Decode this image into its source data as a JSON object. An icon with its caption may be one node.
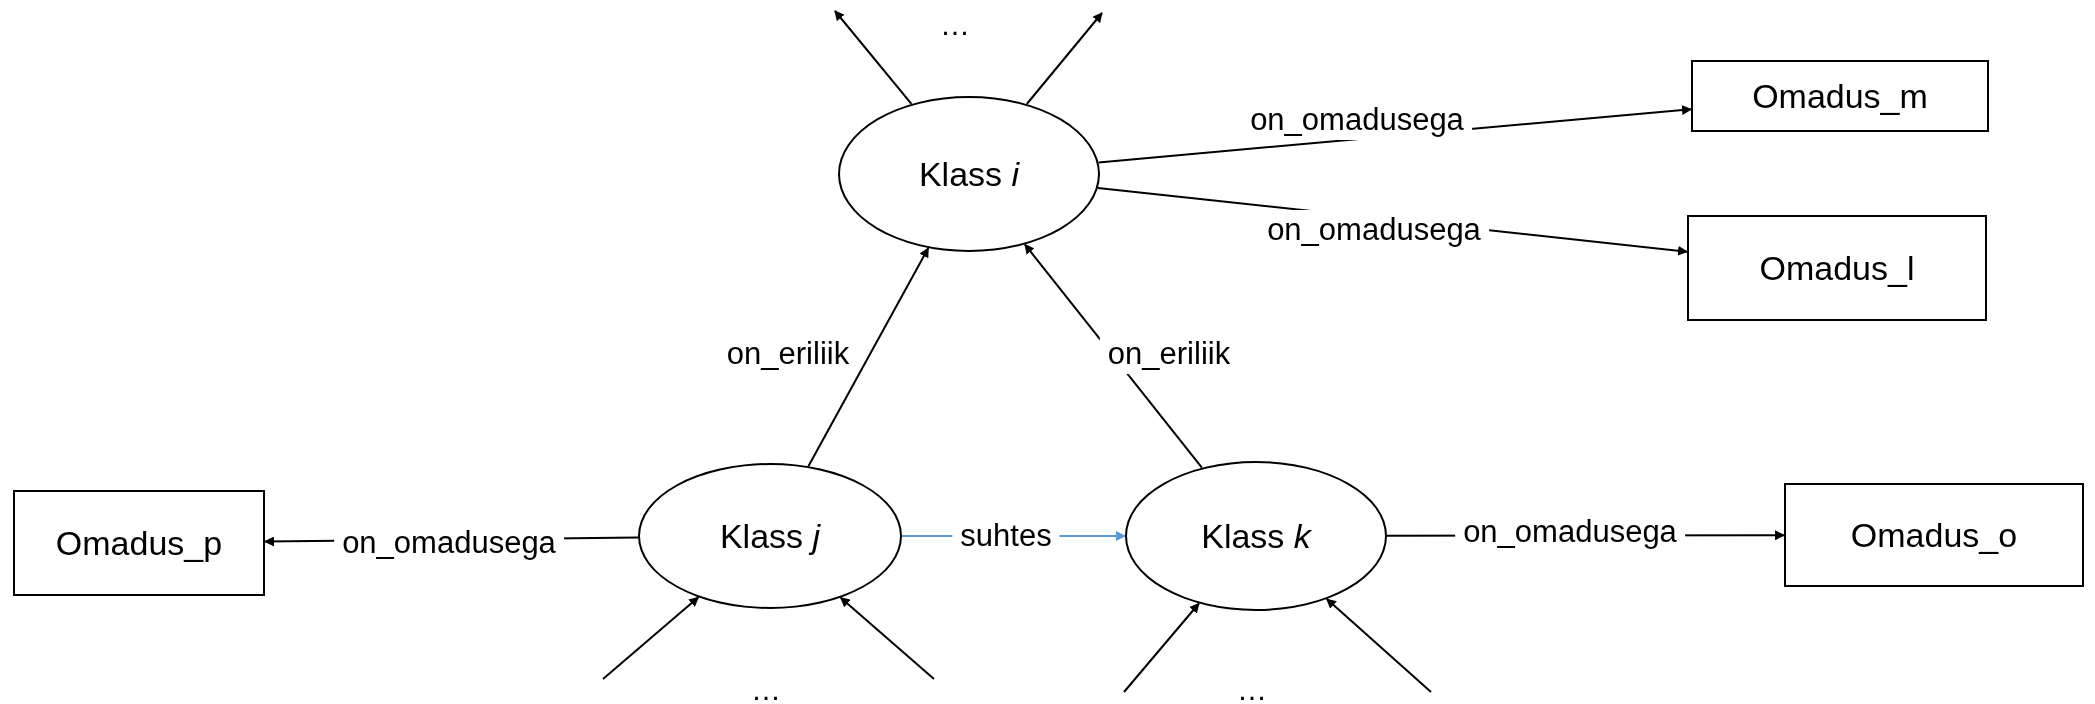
{
  "diagram": {
    "nodes": [
      {
        "text": [
          "Klass *i*"
        ]
      },
      {
        "text": [
          "Omadus_m"
        ]
      },
      {
        "text": [
          "Omadus_l"
        ]
      },
      {
        "text": [
          "Omadus_p"
        ]
      },
      {
        "text": [
          "Klass *j*"
        ]
      },
      {
        "text": [
          "Klass *k*"
        ]
      },
      {
        "text": [
          "Omadus_o"
        ]
      }
    ],
    "edges": [
      {
        "from": 0,
        "to": 1,
        "arrow": "to",
        "label": "on_omadusega"
      },
      {
        "from": 0,
        "to": 2,
        "arrow": "to",
        "label": "on_omadusega"
      },
      {
        "from": 4,
        "to": 0,
        "arrow": "to",
        "label": "on_eriliik"
      },
      {
        "from": 5,
        "to": 0,
        "arrow": "to",
        "label": "on_eriliik"
      },
      {
        "from": 4,
        "to": 3,
        "arrow": "to",
        "label": "on_omadusega"
      },
      {
        "from": 4,
        "to": 5,
        "arrow": "to",
        "label": "suhtes",
        "color": "#5b9bd5"
      },
      {
        "from": 5,
        "to": 6,
        "arrow": "to",
        "label": "on_omadusega"
      },
      {
        "from": 0,
        "to": null,
        "arrow": "to"
      },
      {
        "from": 0,
        "to": null,
        "arrow": "to"
      },
      {
        "from": null,
        "to": 4,
        "arrow": "to"
      },
      {
        "from": null,
        "to": 4,
        "arrow": "to"
      },
      {
        "from": null,
        "to": 5,
        "arrow": "to"
      },
      {
        "from": null,
        "to": 5,
        "arrow": "to"
      }
    ],
    "labels": [
      "…",
      "…",
      "…"
    ]
  }
}
